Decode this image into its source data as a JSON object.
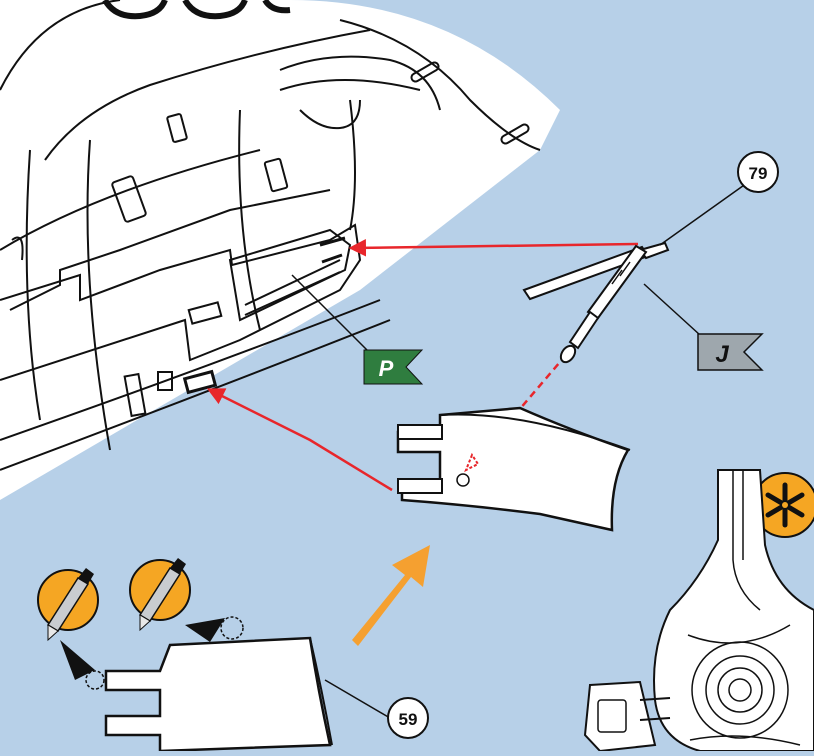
{
  "background_color": "#b7d0e8",
  "colors": {
    "arrow_red": "#e8262b",
    "paint_green": "#2f7d3f",
    "paint_gray": "#9ea7ad",
    "asterisk_orange": "#f5a623",
    "move_arrow_orange": "#f5a030",
    "outline": "#111111",
    "part_fill": "#ffffff"
  },
  "callouts": {
    "part_79": "79",
    "part_59": "59"
  },
  "paint_flags": {
    "green": "P",
    "gray": "J"
  },
  "icons": {
    "cutter_icon": "hobby-knife-icon",
    "optional_marker": "asterisk-icon"
  }
}
